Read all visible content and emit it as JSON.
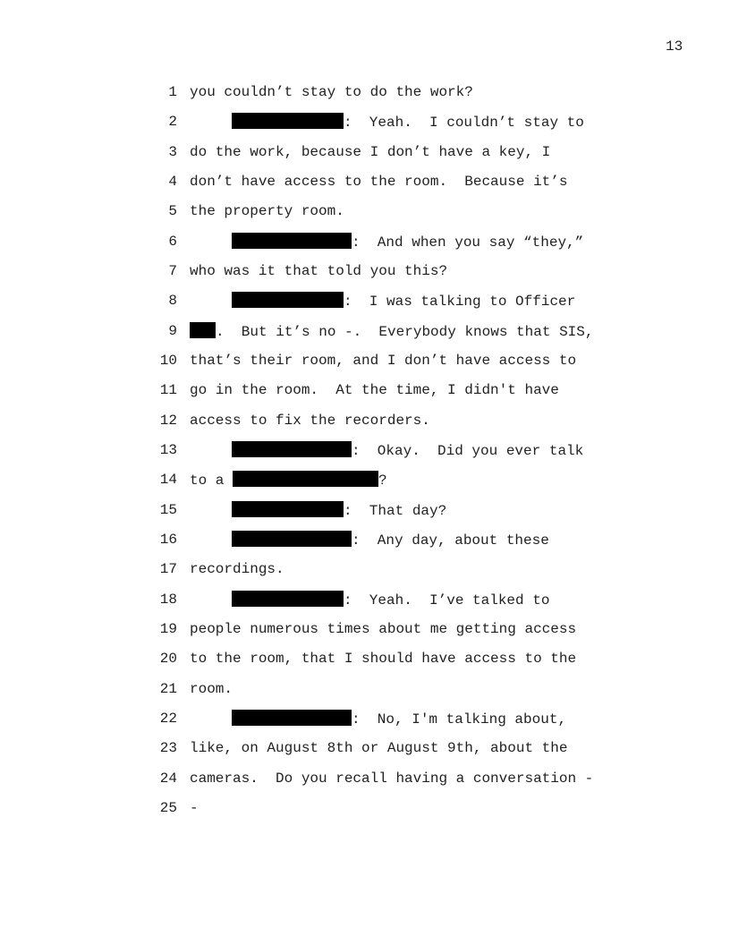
{
  "page_number": "13",
  "lines": [
    {
      "n": "1",
      "indent": false,
      "segments": [
        {
          "t": "you couldn’t stay to do the work?"
        }
      ]
    },
    {
      "n": "2",
      "indent": true,
      "segments": [
        {
          "r": "short"
        },
        {
          "t": ":  Yeah.  I couldn’t stay to"
        }
      ]
    },
    {
      "n": "3",
      "indent": false,
      "segments": [
        {
          "t": "do the work, because I don’t have a key, I"
        }
      ]
    },
    {
      "n": "4",
      "indent": false,
      "segments": [
        {
          "t": "don’t have access to the room.  Because it’s"
        }
      ]
    },
    {
      "n": "5",
      "indent": false,
      "segments": [
        {
          "t": "the property room."
        }
      ]
    },
    {
      "n": "6",
      "indent": true,
      "segments": [
        {
          "r": "long"
        },
        {
          "t": ":  And when you say “they,”"
        }
      ]
    },
    {
      "n": "7",
      "indent": false,
      "segments": [
        {
          "t": "who was it that told you this?"
        }
      ]
    },
    {
      "n": "8",
      "indent": true,
      "segments": [
        {
          "r": "short"
        },
        {
          "t": ":  I was talking to Officer"
        }
      ]
    },
    {
      "n": "9",
      "indent": false,
      "segments": [
        {
          "r": "tiny"
        },
        {
          "t": ".  But it’s no -.  Everybody knows that SIS,"
        }
      ]
    },
    {
      "n": "10",
      "indent": false,
      "segments": [
        {
          "t": "that’s their room, and I don’t have access to"
        }
      ]
    },
    {
      "n": "11",
      "indent": false,
      "segments": [
        {
          "t": "go in the room.  At the time, I didn't have"
        }
      ]
    },
    {
      "n": "12",
      "indent": false,
      "segments": [
        {
          "t": "access to fix the recorders."
        }
      ]
    },
    {
      "n": "13",
      "indent": true,
      "segments": [
        {
          "r": "long"
        },
        {
          "t": ":  Okay.  Did you ever talk"
        }
      ]
    },
    {
      "n": "14",
      "indent": false,
      "segments": [
        {
          "t": "to a "
        },
        {
          "r": "wide"
        },
        {
          "t": "?"
        }
      ]
    },
    {
      "n": "15",
      "indent": true,
      "segments": [
        {
          "r": "short"
        },
        {
          "t": ":  That day?"
        }
      ]
    },
    {
      "n": "16",
      "indent": true,
      "segments": [
        {
          "r": "long"
        },
        {
          "t": ":  Any day, about these"
        }
      ]
    },
    {
      "n": "17",
      "indent": false,
      "segments": [
        {
          "t": "recordings."
        }
      ]
    },
    {
      "n": "18",
      "indent": true,
      "segments": [
        {
          "r": "short"
        },
        {
          "t": ":  Yeah.  I’ve talked to"
        }
      ]
    },
    {
      "n": "19",
      "indent": false,
      "segments": [
        {
          "t": "people numerous times about me getting access"
        }
      ]
    },
    {
      "n": "20",
      "indent": false,
      "segments": [
        {
          "t": "to the room, that I should have access to the"
        }
      ]
    },
    {
      "n": "21",
      "indent": false,
      "segments": [
        {
          "t": "room."
        }
      ]
    },
    {
      "n": "22",
      "indent": true,
      "segments": [
        {
          "r": "long"
        },
        {
          "t": ":  No, I'm talking about,"
        }
      ]
    },
    {
      "n": "23",
      "indent": false,
      "segments": [
        {
          "t": "like, on August 8th or August 9th, about the"
        }
      ]
    },
    {
      "n": "24",
      "indent": false,
      "segments": [
        {
          "t": "cameras.  Do you recall having a conversation -"
        }
      ]
    },
    {
      "n": "25",
      "indent": false,
      "segments": [
        {
          "t": "-"
        }
      ]
    }
  ]
}
